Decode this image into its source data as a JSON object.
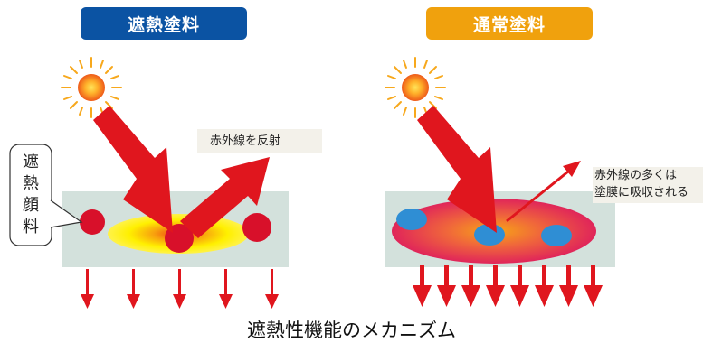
{
  "panels": {
    "left": {
      "badge_label": "遮熱塗料",
      "badge_color": "#0b53a3",
      "note": "赤外線を反射",
      "callout_chars": [
        "遮",
        "熱",
        "顔",
        "料"
      ]
    },
    "right": {
      "badge_label": "通常塗料",
      "badge_color": "#f0a10d",
      "note_line1": "赤外線の多くは",
      "note_line2": "塗膜に吸収される"
    }
  },
  "caption": "遮熱性機能のメカニズム",
  "colors": {
    "arrow_red": "#e0161e",
    "film_gray": "#d3e1dc",
    "pigment_red": "#d8102a",
    "pigment_blue": "#2f8ed4",
    "note_bg": "#f3f1ea"
  }
}
